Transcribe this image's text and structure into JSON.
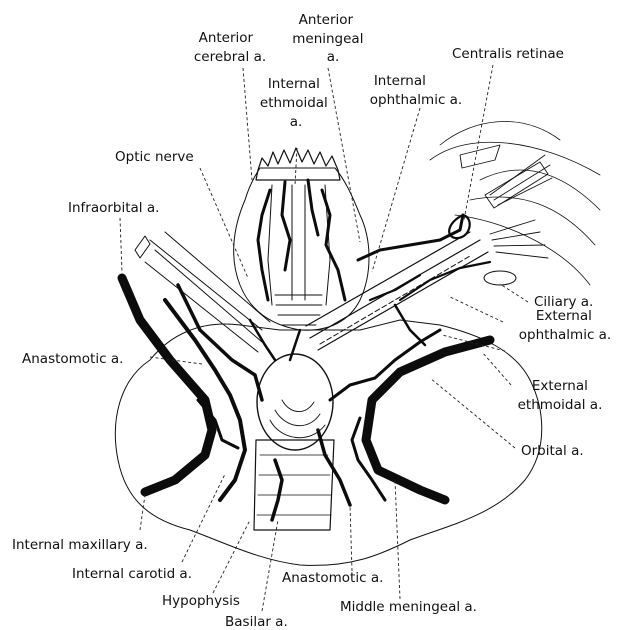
{
  "labels": {
    "anterior_cerebral": [
      "Anterior",
      "cerebral a."
    ],
    "anterior_meningeal": [
      "Anterior",
      "meningeal",
      "a."
    ],
    "internal_ethmoidal": [
      "Internal",
      "ethmoidal",
      "a."
    ],
    "internal_ophthalmic": [
      "Internal",
      "ophthalmic a."
    ],
    "centralis_retinae": [
      "Centralis retinae"
    ],
    "optic_nerve": [
      "Optic nerve"
    ],
    "infraorbital": [
      "Infraorbital a."
    ],
    "ciliary": [
      "Ciliary a."
    ],
    "external_ophthalmic": [
      "External",
      "ophthalmic a."
    ],
    "anastomotic_left": [
      "Anastomotic a."
    ],
    "external_ethmoidal": [
      "External",
      "ethmoidal a."
    ],
    "orbital": [
      "Orbital a."
    ],
    "internal_maxillary": [
      "Internal maxillary a."
    ],
    "internal_carotid": [
      "Internal carotid a."
    ],
    "anastomotic_bottom": [
      "Anastomotic a."
    ],
    "hypophysis": [
      "Hypophysis"
    ],
    "middle_meningeal": [
      "Middle meningeal a."
    ],
    "basilar": [
      "Basilar a."
    ]
  },
  "colors": {
    "ink": "#111111",
    "paper": "#ffffff"
  }
}
